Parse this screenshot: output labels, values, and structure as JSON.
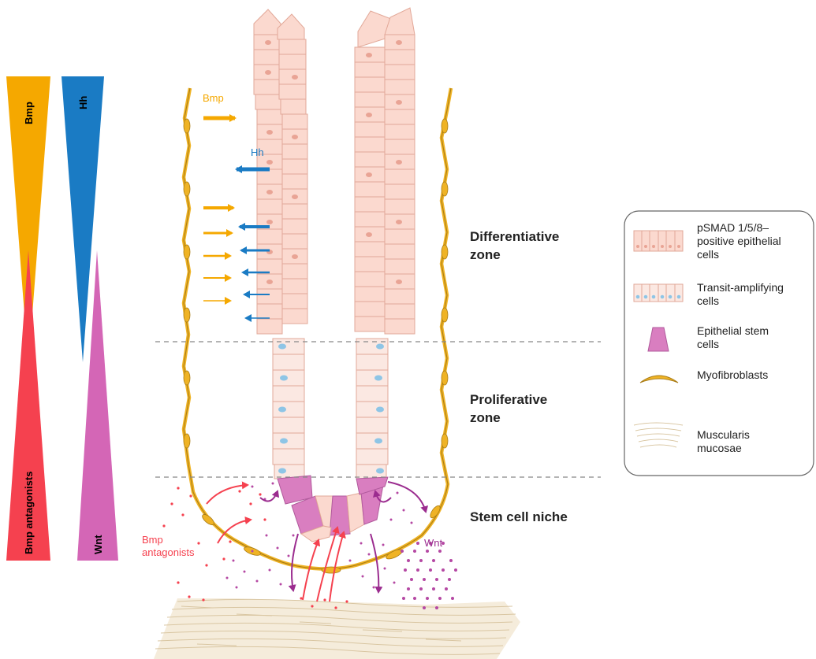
{
  "gradients": {
    "bmp": "Bmp",
    "hh": "Hh",
    "bmp_antagonists": "Bmp antagonists",
    "wnt": "Wnt"
  },
  "signals": {
    "bmp": "Bmp",
    "hh": "Hh",
    "bmp_antagonists_line1": "Bmp",
    "bmp_antagonists_line2": "antagonists",
    "wnt": "Wnt"
  },
  "zones": {
    "differentiative_line1": "Differentiative",
    "differentiative_line2": "zone",
    "proliferative_line1": "Proliferative",
    "proliferative_line2": "zone",
    "stem_cell_niche": "Stem cell niche"
  },
  "legend": {
    "psmad_line1": "pSMAD 1/5/8–",
    "psmad_line2": "positive epithelial",
    "psmad_line3": "cells",
    "transit_line1": "Transit-amplifying",
    "transit_line2": "cells",
    "stem_line1": "Epithelial stem",
    "stem_line2": "cells",
    "myofibroblasts": "Myofibroblasts",
    "muscularis_line1": "Muscularis",
    "muscularis_line2": "mucosae"
  },
  "colors": {
    "bmp": "#f5a800",
    "hh": "#1a7bc4",
    "bmp_antagonists": "#f5414f",
    "wnt": "#d466b6",
    "wnt_arrow": "#9b2c8f",
    "epithelial_cell": "#fbd9cf",
    "transit_cell": "#fbe8e2",
    "stem_cell": "#d97ec0",
    "myofibroblast": "#efb325",
    "muscularis": "#f0e4cd"
  }
}
